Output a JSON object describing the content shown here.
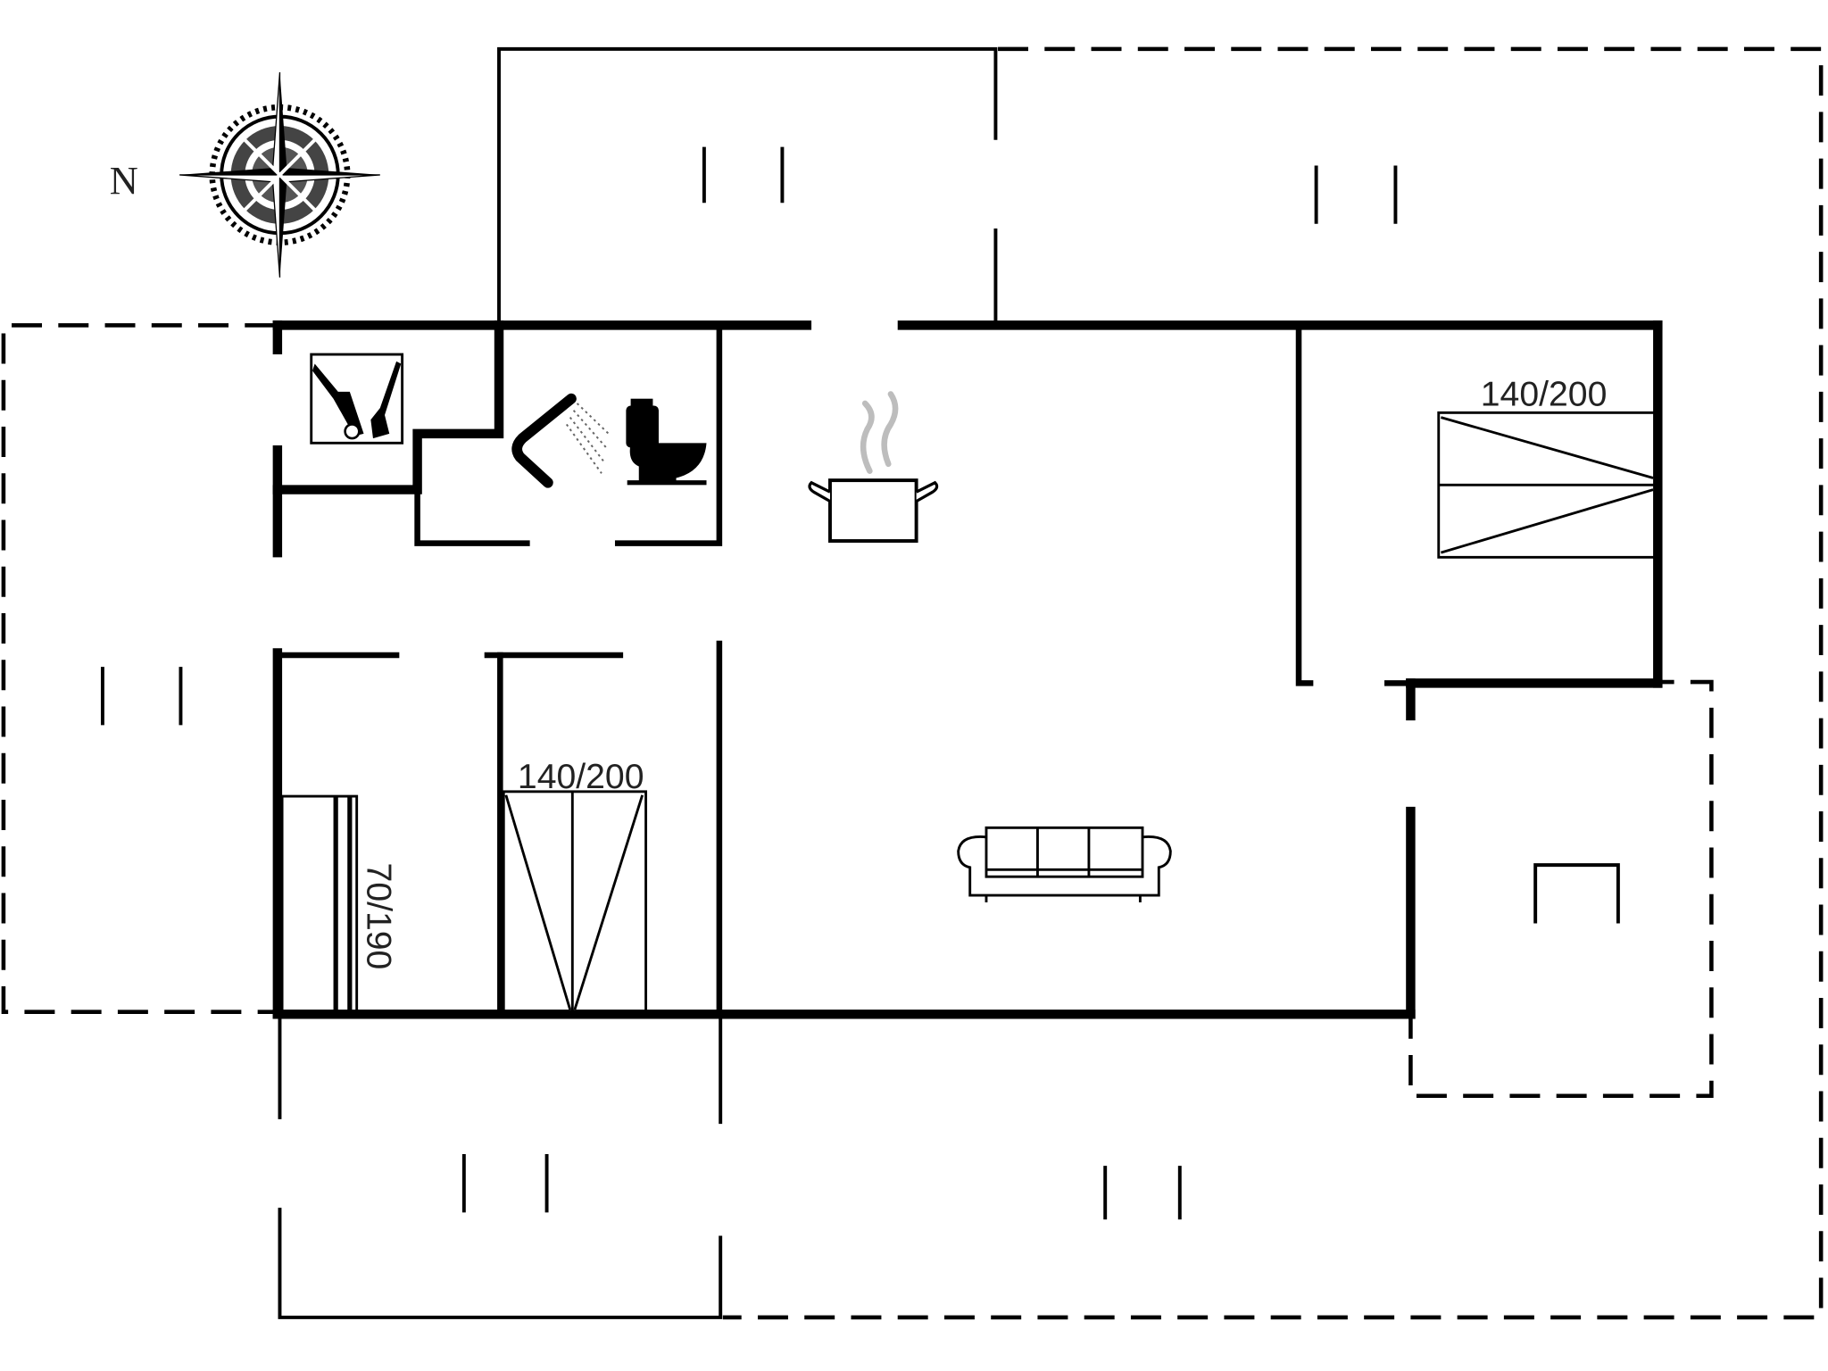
{
  "plan": {
    "compass": {
      "north_label": "N"
    },
    "beds": [
      {
        "id": "bed-bedroom-east",
        "size_label": "140/200"
      },
      {
        "id": "bed-bedroom-southwest",
        "size_label": "140/200"
      },
      {
        "id": "bed-single",
        "size_label": "70/190"
      }
    ],
    "symbols": [
      {
        "id": "utility",
        "icon": "utility-tools-icon"
      },
      {
        "id": "shower",
        "icon": "shower-icon"
      },
      {
        "id": "toilet",
        "icon": "toilet-icon"
      },
      {
        "id": "kitchen",
        "icon": "cooking-pot-icon"
      },
      {
        "id": "living",
        "icon": "sofa-icon"
      },
      {
        "id": "annex",
        "icon": "table-icon"
      }
    ],
    "colors": {
      "wall": "#000000",
      "steam": "#bdbdbd",
      "background": "#ffffff"
    }
  }
}
